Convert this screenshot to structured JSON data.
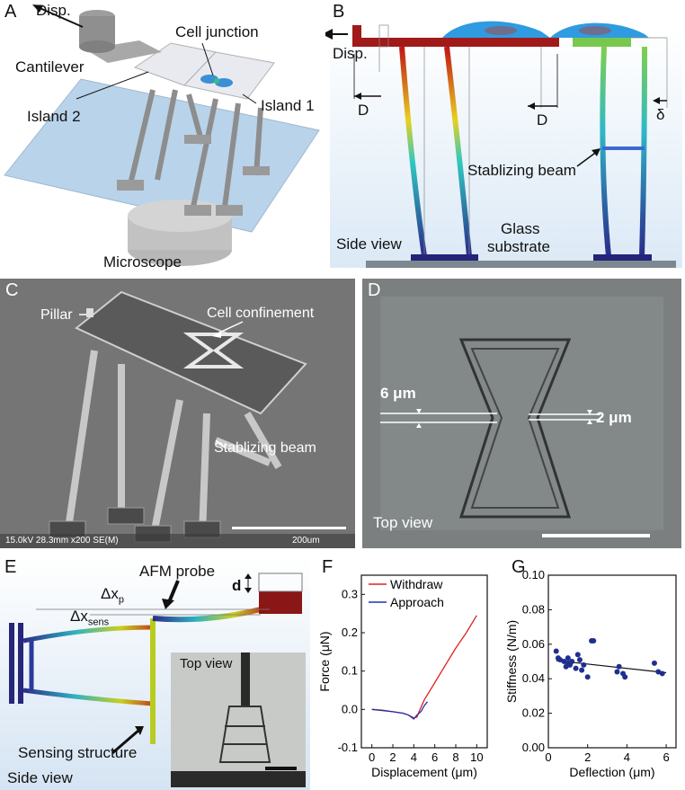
{
  "panels": {
    "A": {
      "letter": "A",
      "disp": "Disp.",
      "cantilever": "Cantilever",
      "cell_junction": "Cell junction",
      "island2": "Island 2",
      "island1": "Island 1",
      "microscope": "Microscope"
    },
    "B": {
      "letter": "B",
      "disp": "Disp.",
      "d1": "D",
      "d2": "D",
      "delta": "δ",
      "beam": "Stablizing beam",
      "side_view": "Side view",
      "glass1": "Glass",
      "glass2": "substrate"
    },
    "C": {
      "letter": "C",
      "pillar": "Pillar",
      "confinement": "Cell confinement",
      "beam": "Stablizing beam",
      "sem_info": "15.0kV 28.3mm x200 SE(M)",
      "scale": "200um"
    },
    "D": {
      "letter": "D",
      "six": "6 μm",
      "two": "2 μm",
      "top_view": "Top view"
    },
    "E": {
      "letter": "E",
      "afm": "AFM probe",
      "d": "d",
      "dxp": "Δx",
      "dxp_sub": "p",
      "dxs": "Δx",
      "dxs_sub": "sens",
      "sensing": "Sensing structure",
      "side_view": "Side view",
      "top_view": "Top view"
    },
    "F": {
      "letter": "F"
    },
    "G": {
      "letter": "G"
    }
  },
  "chart_data": [
    {
      "type": "line",
      "panel": "F",
      "xlabel": "Displacement (μm)",
      "ylabel": "Force (μN)",
      "xlim": [
        -1,
        11
      ],
      "ylim": [
        -0.1,
        0.35
      ],
      "xticks": [
        0,
        2,
        4,
        6,
        8,
        10
      ],
      "yticks": [
        -0.1,
        0.0,
        0.1,
        0.2,
        0.3
      ],
      "ytick_labels": [
        "-0.1",
        "0.0",
        "0.1",
        "0.2",
        "0.3"
      ],
      "legend_position": "top-right",
      "series": [
        {
          "name": "Withdraw",
          "color": "#e02020",
          "x": [
            0,
            1,
            2,
            3,
            3.5,
            4,
            4.3,
            4.6,
            5,
            6,
            7,
            8,
            9,
            10
          ],
          "y": [
            0,
            -0.002,
            -0.006,
            -0.01,
            -0.015,
            -0.022,
            -0.02,
            0.0,
            0.025,
            0.07,
            0.115,
            0.16,
            0.2,
            0.245
          ]
        },
        {
          "name": "Approach",
          "color": "#2030b0",
          "x": [
            0,
            1,
            2,
            3,
            3.5,
            4,
            4.3,
            4.7,
            5,
            5.3
          ],
          "y": [
            0,
            -0.003,
            -0.006,
            -0.01,
            -0.015,
            -0.025,
            -0.015,
            -0.005,
            0.01,
            0.02
          ]
        }
      ]
    },
    {
      "type": "scatter",
      "panel": "G",
      "xlabel": "Deflection (μm)",
      "ylabel": "Stiffness (N/m)",
      "xlim": [
        0,
        6.5
      ],
      "ylim": [
        0,
        0.1
      ],
      "xticks": [
        0,
        2,
        4,
        6
      ],
      "yticks": [
        0.0,
        0.02,
        0.04,
        0.06,
        0.08,
        0.1
      ],
      "ytick_labels": [
        "0.00",
        "0.02",
        "0.04",
        "0.06",
        "0.08",
        "0.10"
      ],
      "color": "#1f2f8f",
      "x": [
        0.4,
        0.5,
        0.6,
        0.8,
        0.9,
        1.0,
        1.0,
        1.1,
        1.2,
        1.4,
        1.5,
        1.6,
        1.7,
        1.8,
        2.0,
        2.2,
        2.3,
        3.5,
        3.6,
        3.8,
        3.9,
        5.4,
        5.6,
        5.8
      ],
      "y": [
        0.056,
        0.052,
        0.051,
        0.05,
        0.047,
        0.049,
        0.052,
        0.048,
        0.05,
        0.046,
        0.054,
        0.051,
        0.045,
        0.048,
        0.041,
        0.062,
        0.062,
        0.044,
        0.047,
        0.043,
        0.041,
        0.049,
        0.044,
        0.043
      ],
      "fit": {
        "x": [
          0.4,
          6.0
        ],
        "y": [
          0.0505,
          0.0435
        ]
      }
    }
  ]
}
